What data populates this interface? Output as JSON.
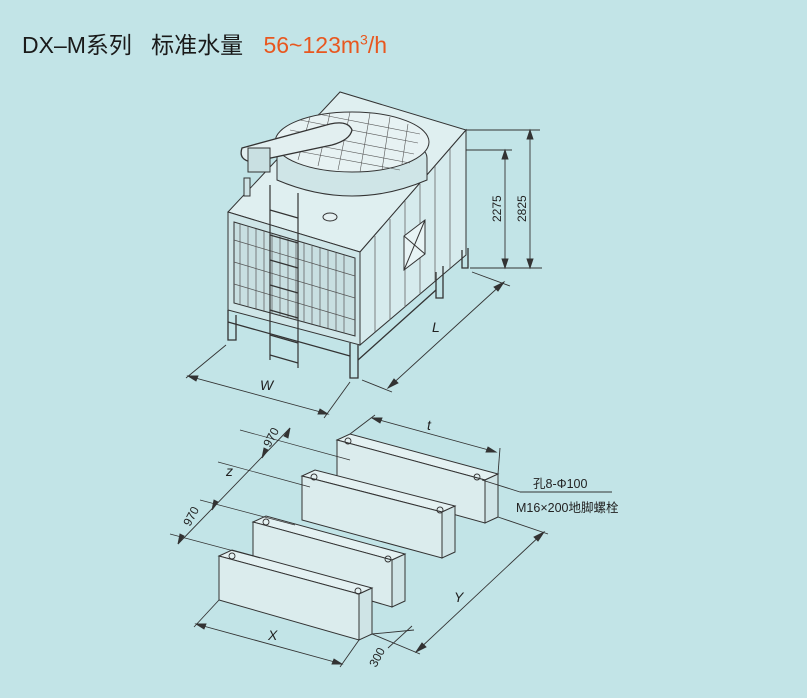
{
  "title": {
    "series": "DX–M系列",
    "label": "标准水量",
    "capacity_num": "56~123m",
    "capacity_sup": "3",
    "capacity_unit": "/h"
  },
  "dimensions": {
    "height_total": "2825",
    "height_body": "2275",
    "length": "L",
    "width": "W",
    "t": "t",
    "z": "z",
    "x": "X",
    "y": "Y",
    "base_970_top": "970",
    "base_970_left": "970",
    "base_300": "300"
  },
  "callout": {
    "hole": "孔8-Φ100",
    "bolt": "M16×200地脚螺栓"
  },
  "colors": {
    "background": "#c2e4e7",
    "accent": "#e8571f",
    "line": "#333333"
  }
}
